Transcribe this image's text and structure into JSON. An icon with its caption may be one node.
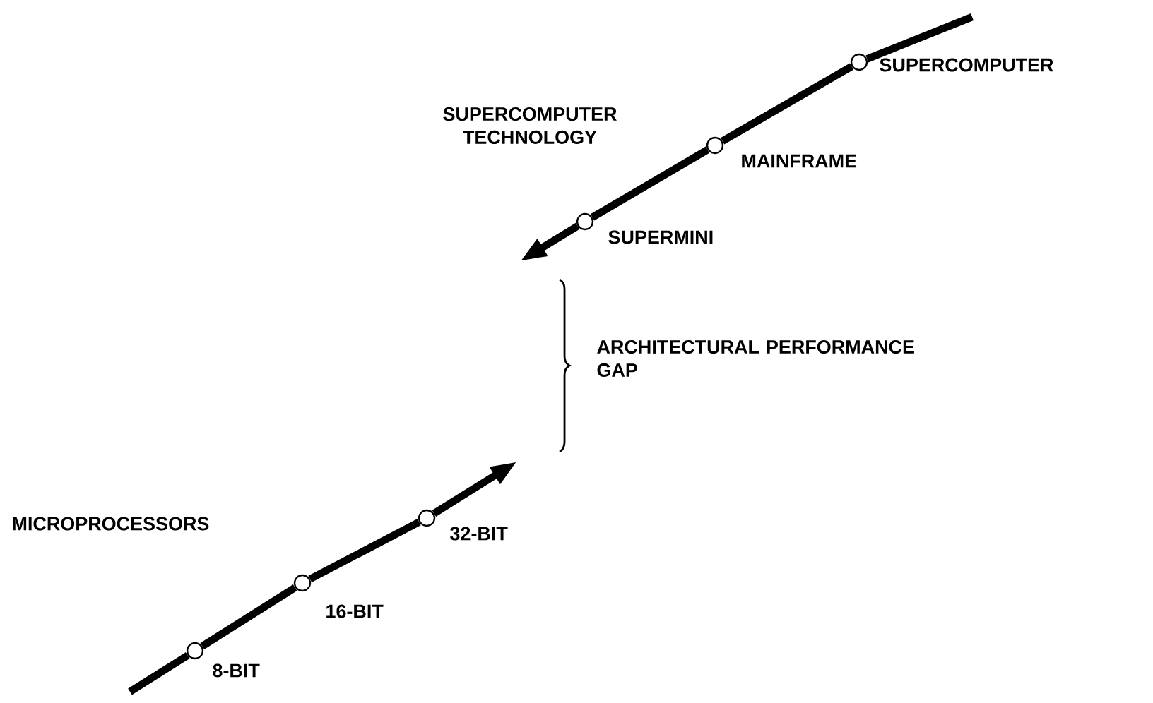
{
  "diagram": {
    "nodes": [
      {
        "text": [],
        "shape": "circle",
        "beside": [
          "SUPERCOMPUTER"
        ]
      },
      {
        "text": [],
        "shape": "circle",
        "beside": [
          "MAINFRAME"
        ]
      },
      {
        "text": [],
        "shape": "circle",
        "beside": [
          "SUPERMINI"
        ]
      },
      {
        "text": [],
        "shape": "circle",
        "beside": [
          "8-BIT"
        ]
      },
      {
        "text": [],
        "shape": "circle",
        "beside": [
          "16-BIT"
        ]
      },
      {
        "text": [],
        "shape": "circle",
        "beside": [
          "32-BIT"
        ]
      }
    ],
    "edges": [
      {
        "from": null,
        "to": 0,
        "arrow": "none"
      },
      {
        "from": 0,
        "to": 1,
        "arrow": "none"
      },
      {
        "from": 1,
        "to": 2,
        "arrow": "none"
      },
      {
        "from": 2,
        "to": null,
        "arrow": "to"
      },
      {
        "from": null,
        "to": 3,
        "arrow": "none"
      },
      {
        "from": 3,
        "to": 4,
        "arrow": "none"
      },
      {
        "from": 4,
        "to": 5,
        "arrow": "none"
      },
      {
        "from": 5,
        "to": null,
        "arrow": "to"
      }
    ],
    "labels": [
      "SUPERCOMPUTER TECHNOLOGY",
      "ARCHITECTURAL PERFORMANCE GAP",
      "MICROPROCESSORS"
    ]
  }
}
